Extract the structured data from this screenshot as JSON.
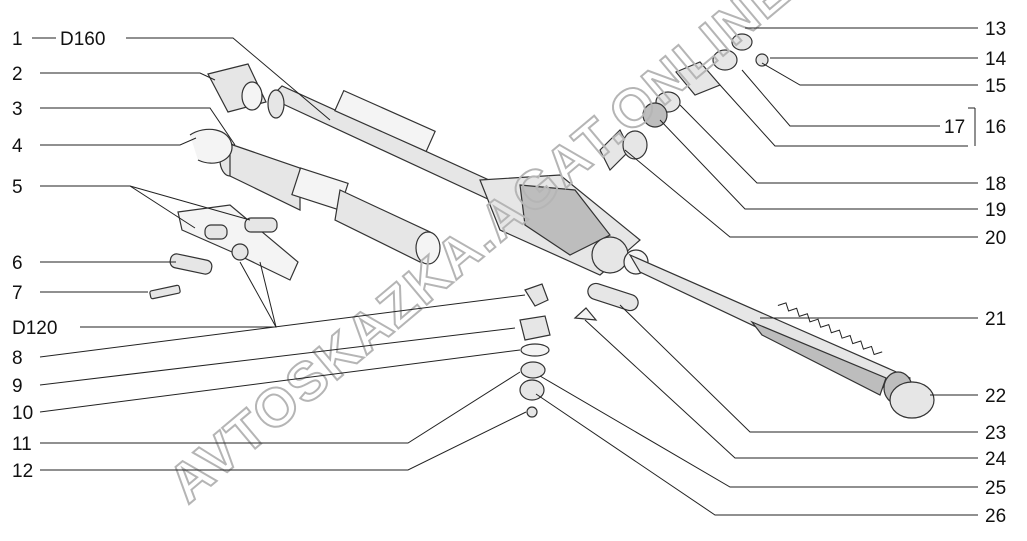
{
  "watermark": "AVTOSKAZKA.AGAT.ONLINE",
  "labels": {
    "n1": "1",
    "d160": "D160",
    "n2": "2",
    "n3": "3",
    "n4": "4",
    "n5": "5",
    "n6": "6",
    "n7": "7",
    "d120": "D120",
    "n8": "8",
    "n9": "9",
    "n10": "10",
    "n11": "11",
    "n12": "12",
    "n13": "13",
    "n14": "14",
    "n15": "15",
    "n16": "16",
    "n17": "17",
    "n18": "18",
    "n19": "19",
    "n20": "20",
    "n21": "21",
    "n22": "22",
    "n23": "23",
    "n24": "24",
    "n25": "25",
    "n26": "26"
  }
}
